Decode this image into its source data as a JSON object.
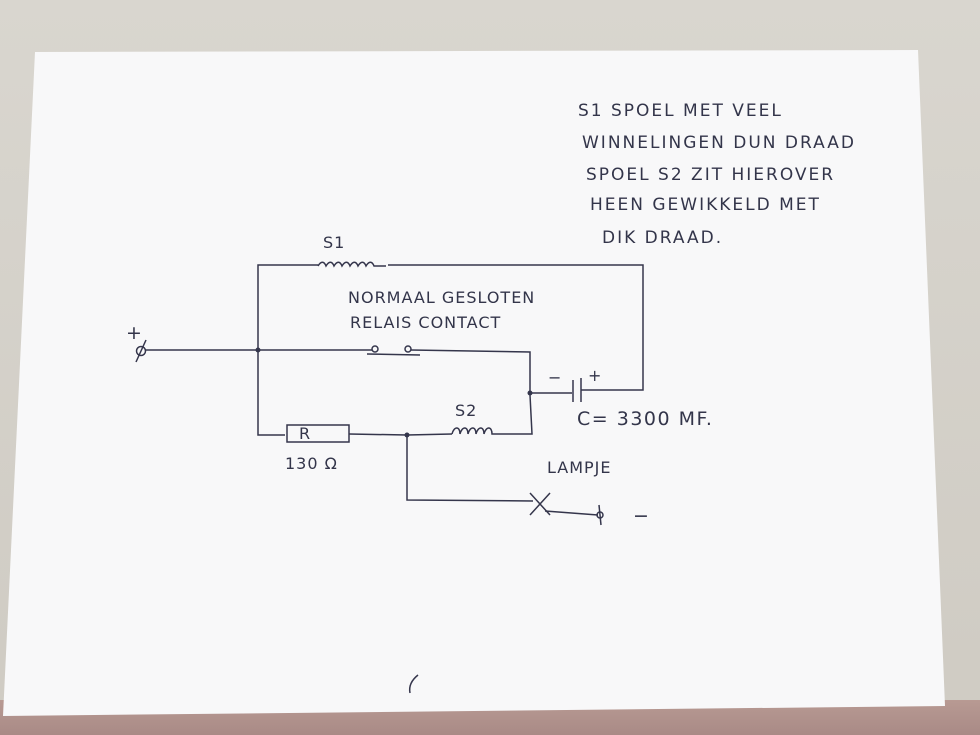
{
  "note": {
    "lines": [
      "S1  SPOEL MET VEEL",
      "WINNELINGEN DUN DRAAD",
      "SPOEL S2 ZIT HIEROVER",
      "HEEN GEWIKKELD MET",
      "DIK  DRAAD."
    ]
  },
  "labels": {
    "s1": "S1",
    "contact_line1": "NORMAAL GESLOTEN",
    "contact_line2": "RELAIS CONTACT",
    "s2": "S2",
    "resistor": "R",
    "resistor_value": "130 Ω",
    "capacitor": "C= 3300 MF.",
    "lamp": "LAMPJE",
    "plus_terminal": "+",
    "minus_terminal": "−",
    "cap_minus": "−",
    "cap_plus": "+"
  },
  "colors": {
    "ink": "#35364c",
    "paper": "#f8f8f9",
    "table": "#d4d1ca"
  }
}
